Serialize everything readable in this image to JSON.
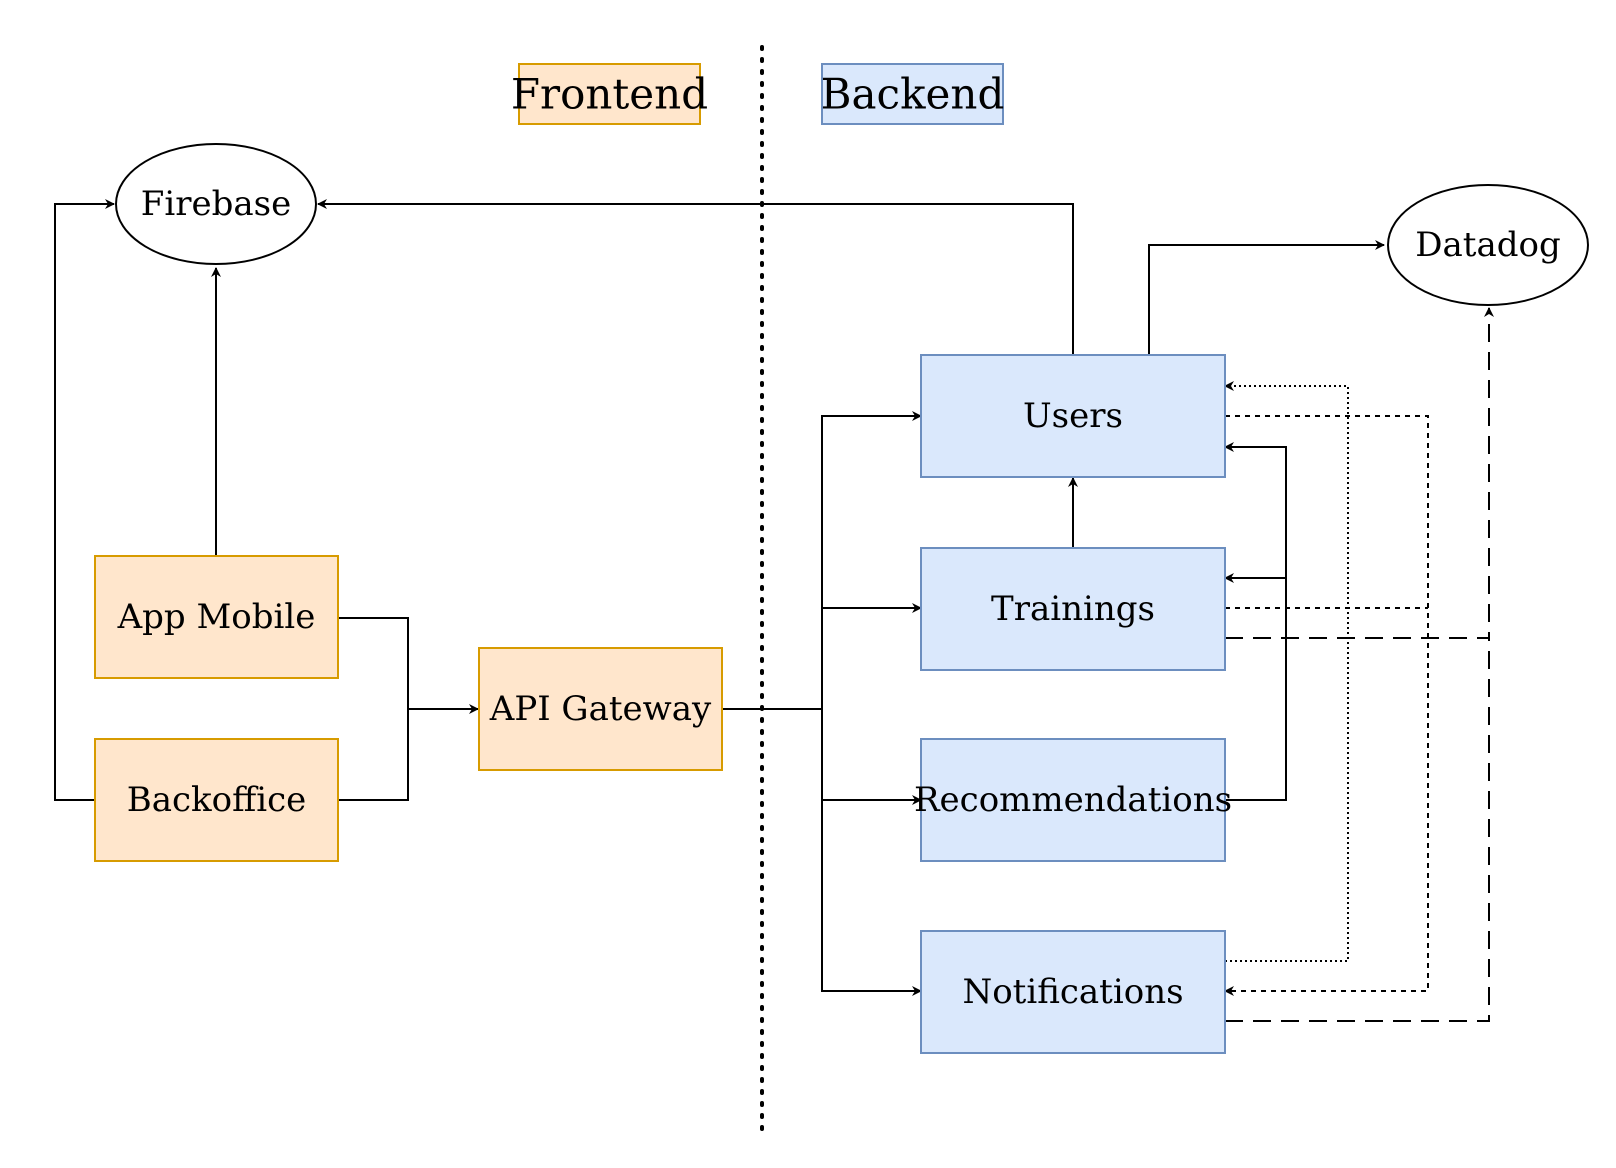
{
  "zones": {
    "frontend": {
      "label": "Frontend",
      "fill": "#ffe6cc",
      "stroke": "#d79b00"
    },
    "backend": {
      "label": "Backend",
      "fill": "#dae8fc",
      "stroke": "#6c8ebf"
    }
  },
  "nodes": {
    "firebase": {
      "label": "Firebase",
      "shape": "ellipse"
    },
    "datadog": {
      "label": "Datadog",
      "shape": "ellipse"
    },
    "app_mobile": {
      "label": "App Mobile",
      "zone": "frontend"
    },
    "backoffice": {
      "label": "Backoffice",
      "zone": "frontend"
    },
    "api_gateway": {
      "label": "API Gateway",
      "zone": "frontend"
    },
    "users": {
      "label": "Users",
      "zone": "backend"
    },
    "trainings": {
      "label": "Trainings",
      "zone": "backend"
    },
    "recommendations": {
      "label": "Recommendations",
      "zone": "backend"
    },
    "notifications": {
      "label": "Notifications",
      "zone": "backend"
    }
  },
  "edges": [
    {
      "from": "app_mobile",
      "to": "firebase",
      "style": "solid"
    },
    {
      "from": "backoffice",
      "to": "firebase",
      "style": "solid"
    },
    {
      "from": "users",
      "to": "firebase",
      "style": "solid"
    },
    {
      "from": "users",
      "to": "datadog",
      "style": "solid"
    },
    {
      "from": "app_mobile",
      "to": "api_gateway",
      "style": "solid"
    },
    {
      "from": "backoffice",
      "to": "api_gateway",
      "style": "solid"
    },
    {
      "from": "api_gateway",
      "to": "users",
      "style": "solid"
    },
    {
      "from": "api_gateway",
      "to": "trainings",
      "style": "solid"
    },
    {
      "from": "api_gateway",
      "to": "recommendations",
      "style": "solid"
    },
    {
      "from": "api_gateway",
      "to": "notifications",
      "style": "solid"
    },
    {
      "from": "trainings",
      "to": "users",
      "style": "solid"
    },
    {
      "from": "recommendations",
      "to": "users",
      "style": "solid"
    },
    {
      "from": "recommendations",
      "to": "trainings",
      "style": "solid"
    },
    {
      "from": "notifications",
      "to": "users",
      "style": "dotted"
    },
    {
      "from": "users",
      "to": "notifications",
      "style": "short-dashed"
    },
    {
      "from": "trainings",
      "to": "notifications",
      "style": "short-dashed"
    },
    {
      "from": "trainings",
      "to": "datadog",
      "style": "long-dashed"
    },
    {
      "from": "notifications",
      "to": "datadog",
      "style": "long-dashed"
    }
  ]
}
